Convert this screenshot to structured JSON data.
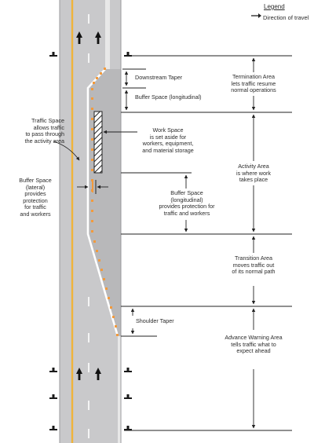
{
  "legend": {
    "title": "Legend",
    "direction_label": "Direction of travel",
    "arrow_glyph": "→"
  },
  "labels": {
    "downstream_taper": "Downstream Taper",
    "buffer_space_longitudinal_top": "Buffer Space (longitudinal)",
    "termination_area": "Termination Area\nlets traffic resume\nnormal operations",
    "traffic_space": "Traffic Space\nallows traffic\nto pass through\nthe activity area",
    "work_space": "Work Space\nis set aside for\nworkers, equipment,\nand material storage",
    "activity_area": "Activity Area\nis where work\ntakes place",
    "buffer_space_lateral": "Buffer Space\n(lateral)\nprovides\nprotection\nfor traffic\nand workers",
    "buffer_space_longitudinal_mid": "Buffer Space\n(longitudinal)\nprovides protection for\ntraffic and workers",
    "transition_area": "Transition Area\nmoves traffic out\nof its normal path",
    "shoulder_taper": "Shoulder Taper",
    "advance_warning_area": "Advance Warning Area\ntells traffic what to\nexpect ahead"
  },
  "colors": {
    "road_gray": "#c9c9cb",
    "closed_lane_gray": "#b6b6b8",
    "edge_yellow": "#f0b43a",
    "cone_orange": "#f29a3c",
    "line_dark": "#222222",
    "work_hatch": "#222222"
  },
  "icons": {
    "travel_arrow": "arrow-up-icon",
    "sign": "warning-sign-icon",
    "cone": "traffic-cone-icon"
  }
}
